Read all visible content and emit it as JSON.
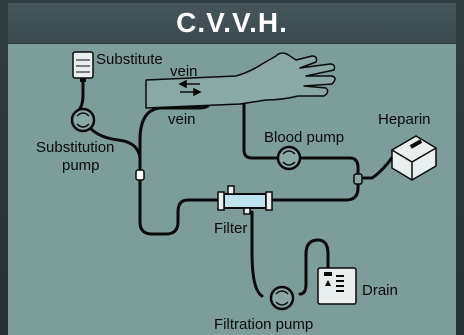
{
  "title": "C.V.V.H.",
  "labels": {
    "substitute": "Substitute",
    "vein_top": "vein",
    "vein_bottom": "vein",
    "substitution_pump_line1": "Substitution",
    "substitution_pump_line2": "pump",
    "blood_pump": "Blood pump",
    "heparin": "Heparin",
    "filter": "Filter",
    "drain": "Drain",
    "filtration_pump": "Filtration pump"
  },
  "colors": {
    "background": "#2e3b3e",
    "title_bar": "#3f5055",
    "panel": "#7c9d9a",
    "line": "#0a0a0a",
    "device_fill": "#e8efee",
    "filter_fill": "#bfe3ee"
  }
}
